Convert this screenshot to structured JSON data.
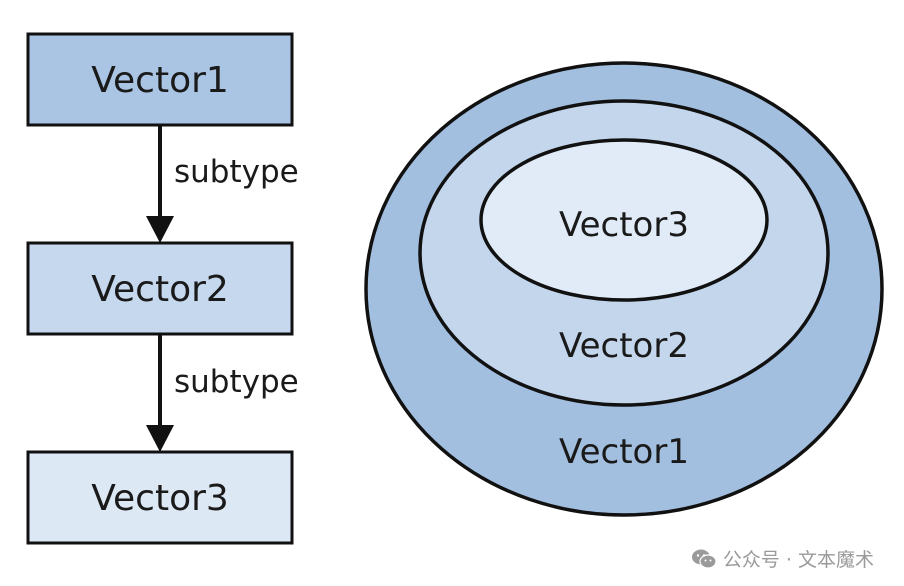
{
  "colors": {
    "box_vector1": "#aac4e3",
    "box_vector2": "#c5d8ee",
    "box_vector3": "#dde8f5",
    "ellipse_outer": "#a3bfe0",
    "ellipse_middle": "#c4d6ec",
    "ellipse_inner": "#e1ebf7",
    "stroke": "#111111",
    "watermark": "#9a9a9a"
  },
  "hierarchy": {
    "boxes": [
      {
        "label": "Vector1"
      },
      {
        "label": "Vector2"
      },
      {
        "label": "Vector3"
      }
    ],
    "edges": [
      {
        "from": "Vector1",
        "to": "Vector2",
        "label": "subtype"
      },
      {
        "from": "Vector2",
        "to": "Vector3",
        "label": "subtype"
      }
    ]
  },
  "nested": {
    "outer_label": "Vector1",
    "middle_label": "Vector2",
    "inner_label": "Vector3"
  },
  "watermark": {
    "icon": "wechat-icon",
    "text": "公众号 · 文本魔术"
  }
}
